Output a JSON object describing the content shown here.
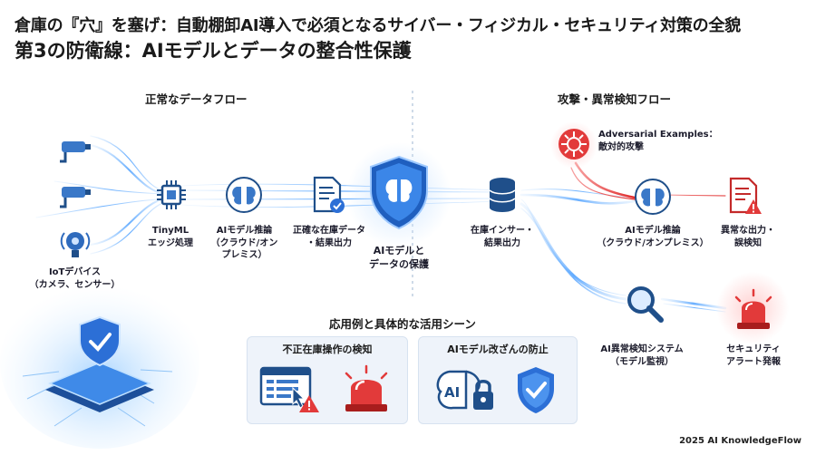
{
  "header": {
    "title_line1": "倉庫の『穴』を塞げ：自動棚卸AI導入で必須となるサイバー・フィジカル・セキュリティ対策の全貌",
    "title_line2": "第3の防衛線：AIモデルとデータの整合性保護"
  },
  "normal_flow": {
    "heading": "正常なデータフロー",
    "iot_label": "IoTデバイス\n（カメラ、センサー）",
    "tinyml_label": "TinyML\nエッジ処理",
    "inference_label": "AIモデル推論\n（クラウド/オン\nプレミス）",
    "output_label": "正確な在庫データ\n・結果出力",
    "shield_label": "AIモデルと\nデータの保護",
    "insight_label": "在庫インサー・\n結果出力"
  },
  "attack_flow": {
    "heading": "攻撃・異常検知フロー",
    "adversarial_label": "Adversarial Examples：\n敵対的攻撃",
    "inference_label": "AIモデル推論\n（クラウド/オンプレミス）",
    "abnormal_label": "異常な出力・\n誤検知",
    "detection_label": "AI異常検知システム\n（モデル監視）",
    "alert_label": "セキュリティ\nアラート発報"
  },
  "use_cases": {
    "heading": "応用例と具体的な活用シーン",
    "panel1_title": "不正在庫操作の検知",
    "panel2_title": "AIモデル改ざんの防止",
    "ai_chip_text": "AI"
  },
  "footer": {
    "credit": "2025 AI KnowledgeFlow"
  },
  "colors": {
    "flow_blue": "#3b8ee6",
    "flow_red": "#e23a3a",
    "icon_navy": "#1f4f8a",
    "shield_blue": "#2c6fd6"
  }
}
